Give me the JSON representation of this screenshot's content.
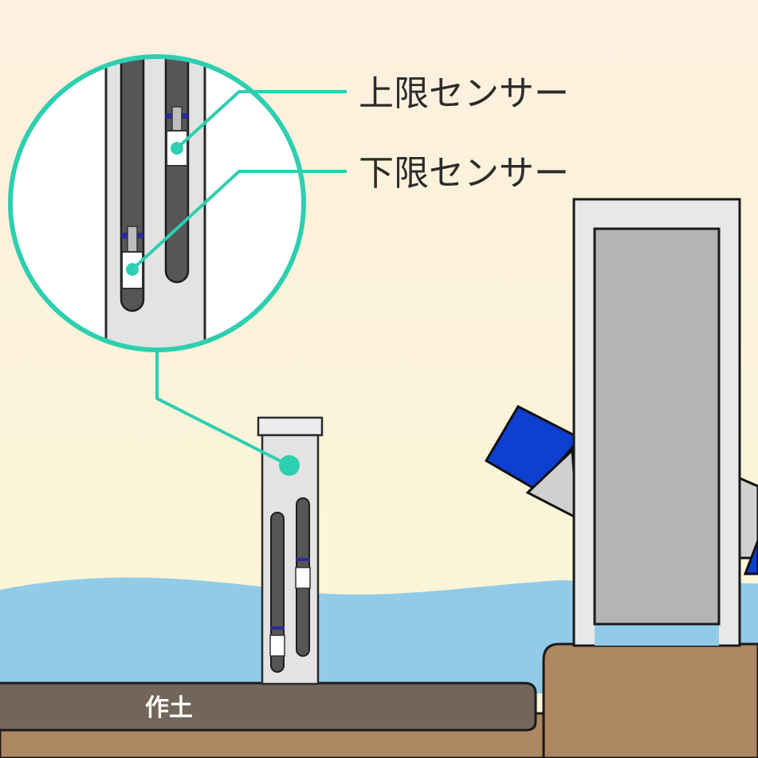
{
  "labels": {
    "upper_sensor": "上限センサー",
    "lower_sensor": "下限センサー",
    "topsoil": "作土"
  },
  "colors": {
    "sky_top": "#fdf3df",
    "sky_bottom": "#fbf6d7",
    "water": "#91cbe8",
    "topsoil": "#72665a",
    "ground": "#ad8762",
    "leader": "#2ecfb0",
    "pipe": "#e3e3e3",
    "slot": "#565656",
    "gate_body": "#b4b4b4",
    "gate_frame": "#e8e8e8",
    "blade_blue": "#0d3fd1",
    "blade_grey": "#d0d0d0",
    "sensor_band": "#2a2a9a"
  }
}
